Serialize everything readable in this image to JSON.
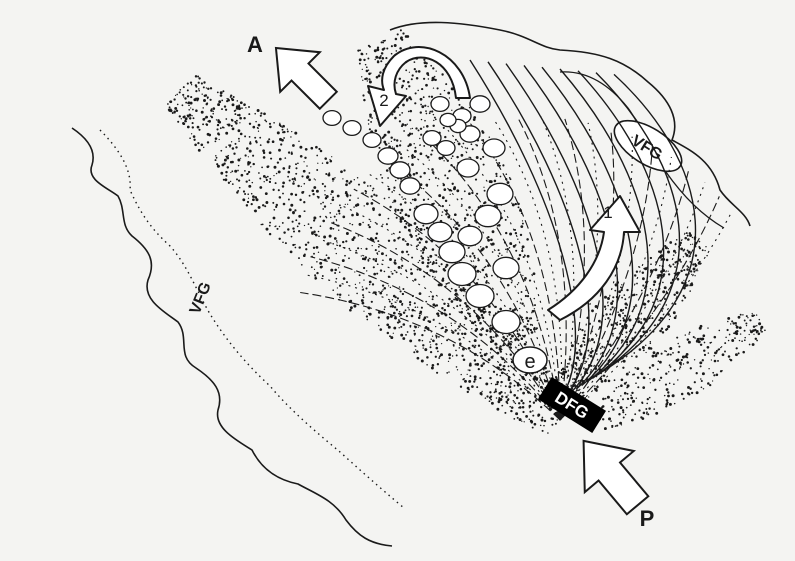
{
  "labels": {
    "anterior": "A",
    "posterior": "P",
    "vfg_right": "VFG",
    "vfg_left": "VFG",
    "dfg": "DFG",
    "egg": "e",
    "arrow1": "1",
    "arrow2": "2"
  },
  "colors": {
    "background": "#f4f4f2",
    "ink": "#1a1a1a",
    "fill_white": "#ffffff",
    "dfg_box": "#000000"
  }
}
